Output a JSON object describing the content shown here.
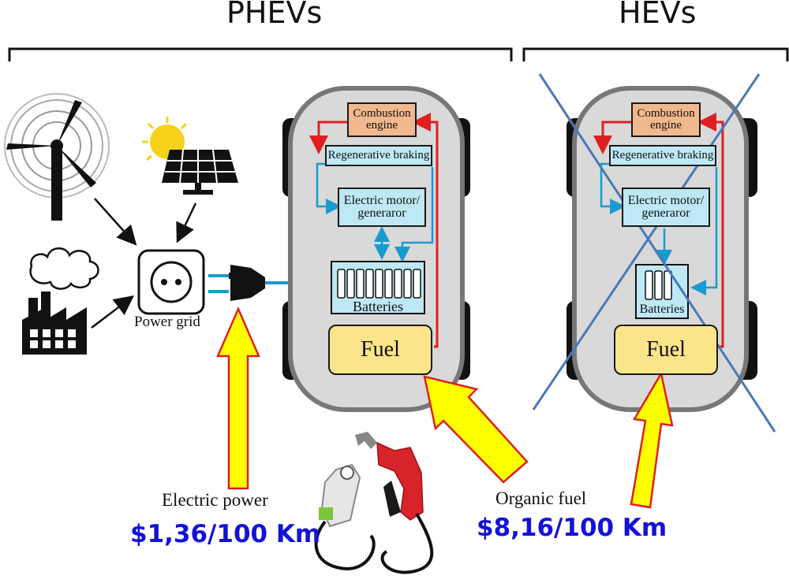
{
  "headers": {
    "phevs": "PHEVs",
    "hevs": "HEVs"
  },
  "power_grid_label": "Power grid",
  "phev": {
    "combustion_engine": "Combustion engine",
    "regenerative_braking": "Regenerative braking",
    "electric_motor": "Electric motor/ generaror",
    "batteries": "Batteries",
    "fuel": "Fuel"
  },
  "hev": {
    "combustion_engine": "Combustion engine",
    "regenerative_braking": "Regenerative braking",
    "electric_motor": "Electric motor/ generaror",
    "batteries": "Batteries",
    "fuel": "Fuel"
  },
  "electric": {
    "label": "Electric power",
    "cost": "$1,36/100 Km"
  },
  "organic": {
    "label": "Organic fuel",
    "cost": "$8,16/100 Km"
  },
  "colors": {
    "cost_text": "#1212d8",
    "hev_cross": "#4a78b8",
    "highlight_arrow_fill": "#ffff00",
    "highlight_arrow_stroke": "#e02020",
    "connection_blue": "#1a9bd0",
    "connection_red": "#e02020",
    "combustion_fill": "#f2b88d",
    "component_fill": "#bfe8f5",
    "fuel_fill": "#fbe48a"
  },
  "icons": [
    "wind-turbine-icon",
    "solar-panel-icon",
    "sun-icon",
    "factory-icon",
    "power-outlet-icon",
    "power-plug-icon",
    "ev-charger-icon",
    "fuel-nozzle-icon"
  ]
}
